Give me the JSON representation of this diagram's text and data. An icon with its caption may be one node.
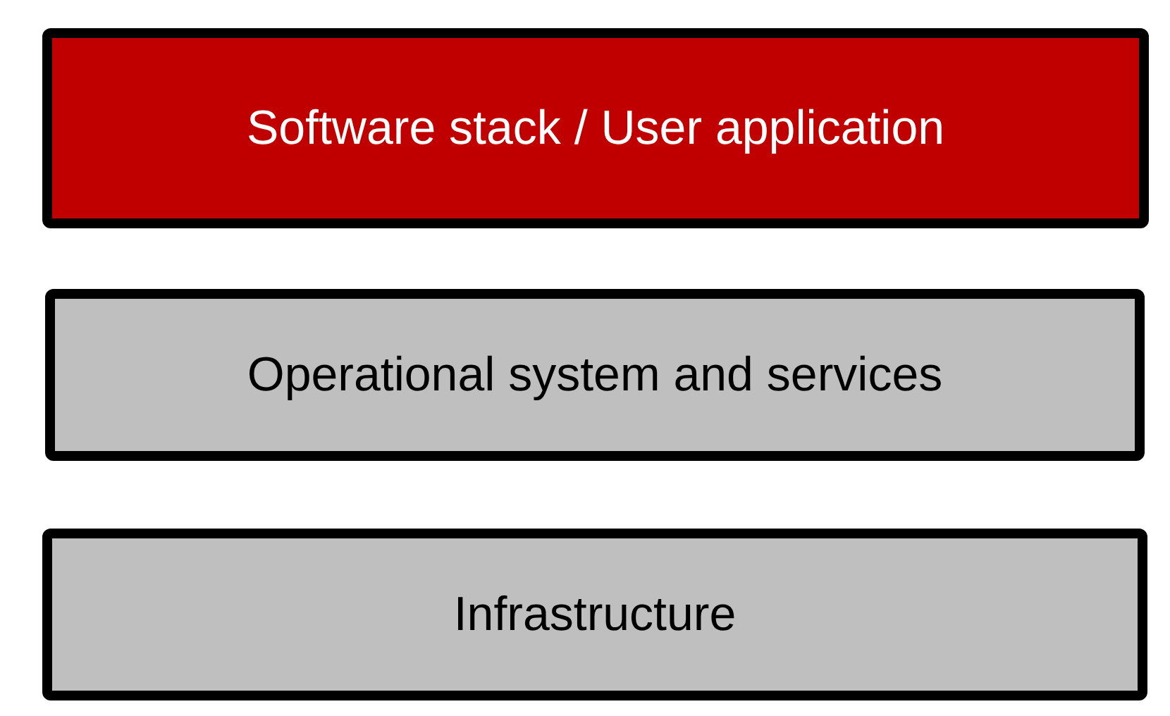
{
  "diagram": {
    "nodes": [
      {
        "text": [
          "Software stack / User application"
        ]
      },
      {
        "text": [
          "Operational system and services"
        ]
      },
      {
        "text": [
          "Infrastructure"
        ]
      }
    ]
  }
}
